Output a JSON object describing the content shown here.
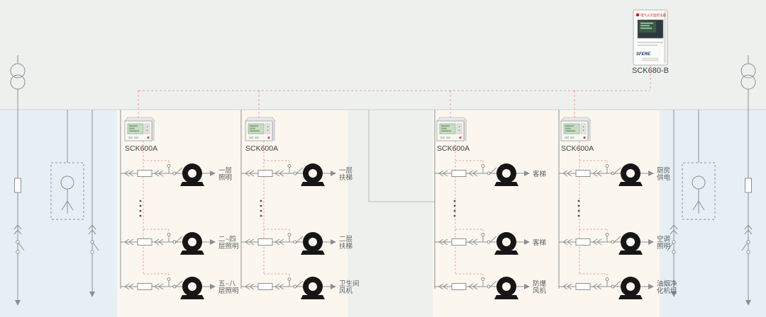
{
  "monitor": {
    "label": "SCK680-B",
    "screen_header": "电气火灾监控设备",
    "brand": "SFERE"
  },
  "colors": {
    "panel_bg": "#fcf7ee",
    "side_bg": "#e6f0f4",
    "line": "#8a9095",
    "comm_dash": "#ee9b9b",
    "ct_black": "#161616"
  },
  "panels": [
    {
      "device_label": "SCK600A",
      "circuits": [
        {
          "lines": [
            "一层",
            "照明"
          ]
        },
        {
          "lines": [
            "二~四",
            "层照明"
          ]
        },
        {
          "lines": [
            "五~八",
            "层照明"
          ]
        }
      ]
    },
    {
      "device_label": "SCK600A",
      "circuits": [
        {
          "lines": [
            "一层",
            "扶梯"
          ]
        },
        {
          "lines": [
            "二层",
            "扶梯"
          ]
        },
        {
          "lines": [
            "卫生间",
            "风机"
          ]
        }
      ]
    },
    {
      "device_label": "SCK600A",
      "circuits": [
        {
          "lines": [
            "客梯",
            ""
          ]
        },
        {
          "lines": [
            "客梯",
            ""
          ]
        },
        {
          "lines": [
            "防爆",
            "风机"
          ]
        }
      ]
    },
    {
      "device_label": "SCK600A",
      "circuits": [
        {
          "lines": [
            "厨房",
            "供电"
          ]
        },
        {
          "lines": [
            "空调",
            "照明"
          ]
        },
        {
          "lines": [
            "油烟净",
            "化机组"
          ]
        }
      ]
    }
  ]
}
